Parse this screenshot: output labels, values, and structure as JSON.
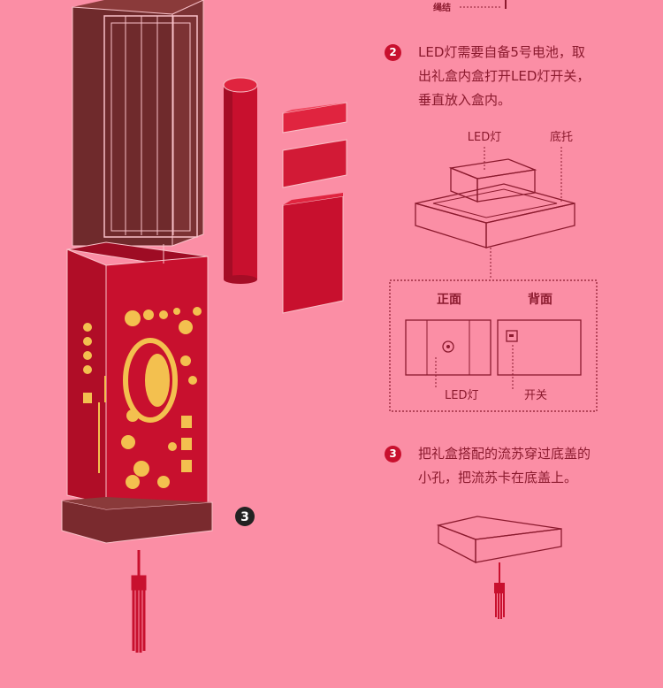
{
  "top_label": "绳结",
  "step2": {
    "number": "2",
    "text_lines": [
      "LED灯需要自备5号电池，取",
      "出礼盒内盒打开LED灯开关，",
      "垂直放入盒内。"
    ],
    "label_led": "LED灯",
    "label_base": "底托",
    "front_label": "正面",
    "back_label": "背面",
    "led_label": "LED灯",
    "switch_label": "开关"
  },
  "step3": {
    "number": "3",
    "text_lines": [
      "把礼盒搭配的流苏穿过底盖的",
      "小孔，把流苏卡在底盖上。"
    ]
  },
  "left_marker": "3",
  "colors": {
    "background": "#fb8ea5",
    "red": "#c8102e",
    "dark": "#7a2a2e",
    "gold": "#f3c04f",
    "line": "#8b1a2e"
  }
}
